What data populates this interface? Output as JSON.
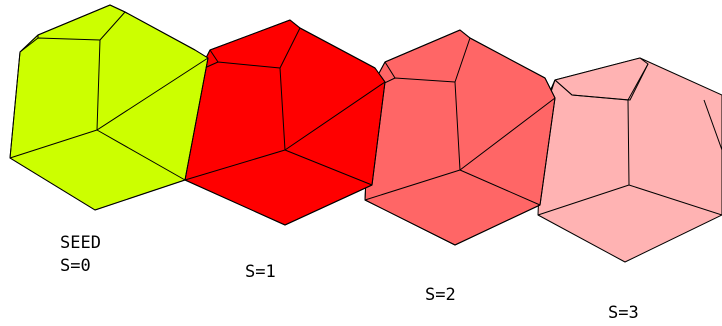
{
  "cells": [
    {
      "label_top": "SEED",
      "label": "S=0",
      "color": "#ccff00",
      "shade": "#a9d300"
    },
    {
      "label_top": "",
      "label": "S=1",
      "color": "#ff0000",
      "shade": "#d40000"
    },
    {
      "label_top": "",
      "label": "S=2",
      "color": "#ff6666",
      "shade": "#e65151"
    },
    {
      "label_top": "",
      "label": "S=3",
      "color": "#ffb3b3",
      "shade": "#f09b9b"
    }
  ]
}
